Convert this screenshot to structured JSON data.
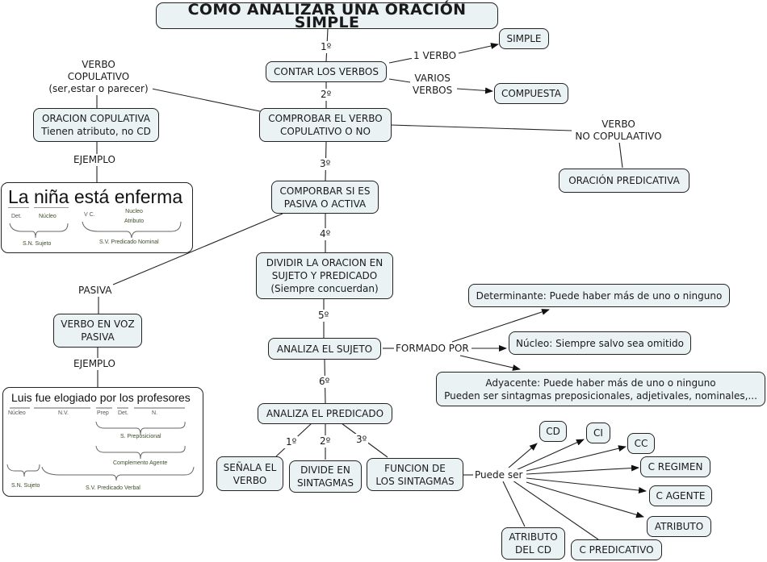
{
  "title": "COMO ANALIZAR UNA ORACIÓN SIMPLE",
  "colors": {
    "node_fill": "#ebf2f4",
    "node_border": "#222222",
    "line": "#222222"
  },
  "steps": {
    "s1": "1º",
    "s2": "2º",
    "s3": "3º",
    "s4": "4º",
    "s5": "5º",
    "s6": "6º"
  },
  "nodes": {
    "contar": "CONTAR LOS VERBOS",
    "simple": "SIMPLE",
    "compuesta": "COMPUESTA",
    "comprobar": "COMPROBAR EL VERBO\nCOPULATIVO O NO",
    "copulativa": "ORACION COPULATIVA\nTienen atributo, no CD",
    "predicativa": "ORACIÓN PREDICATIVA",
    "pasiva_activa": "COMPORBAR SI ES\nPASIVA O ACTIVA",
    "voz_pasiva": "VERBO EN VOZ\nPASIVA",
    "dividir": "DIVIDIR LA ORACION EN\nSUJETO Y PREDICADO\n(Siempre concuerdan)",
    "sujeto": "ANALIZA EL SUJETO",
    "determinante": "Determinante: Puede haber más de uno o ninguno",
    "nucleo": "Núcleo: Siempre salvo sea omitido",
    "adyacente": "Adyacente: Puede haber más de uno o ninguno\nPueden ser sintagmas preposicionales, adjetivales, nominales,...",
    "predicado": "ANALIZA EL PREDICADO",
    "senala": "SEÑALA EL\nVERBO",
    "divide": "DIVIDE EN\nSINTAGMAS",
    "funcion": "FUNCION DE\nLOS SINTAGMAS",
    "cd": "CD",
    "ci": "CI",
    "cc": "CC",
    "cregimen": "C REGIMEN",
    "cagente": "C AGENTE",
    "atributo": "ATRIBUTO",
    "atributo_cd": "ATRIBUTO\nDEL CD",
    "cpredicativo": "C PREDICATIVO"
  },
  "link_labels": {
    "un_verbo": "1 VERBO",
    "varios_verbos": "VARIOS\nVERBOS",
    "verbo_copulativo": "VERBO\nCOPULATIVO\n(ser,estar o parecer)",
    "verbo_no_copulativo": "VERBO\nNO COPULAATIVO",
    "ejemplo1": "EJEMPLO",
    "pasiva": "PASIVA",
    "ejemplo2": "EJEMPLO",
    "formado_por": "FORMADO POR",
    "puede_ser": "Puede ser",
    "p1": "1º",
    "p2": "2º",
    "p3": "3º"
  },
  "example1": {
    "sentence_words": [
      "La",
      "niña",
      "está",
      "enferma"
    ],
    "det": "Det.",
    "nucleo": "Núcleo",
    "vc": "V C.",
    "nucleo_atributo": "Nucleo\nAtributo",
    "sn": "S.N. Sujeto",
    "sv": "S.V. Predicado Nominal"
  },
  "example2": {
    "sentence": "Luis fue elogiado por los profesores",
    "nucleo": "Núcleo",
    "nv": "N.V.",
    "prep": "Prep",
    "det": "Det.",
    "n": "N.",
    "s_prep": "S. Preposicional",
    "c_agente": "Complemento Agente",
    "sn": "S.N. Sujeto",
    "sv": "S.V. Predicado Verbal"
  }
}
